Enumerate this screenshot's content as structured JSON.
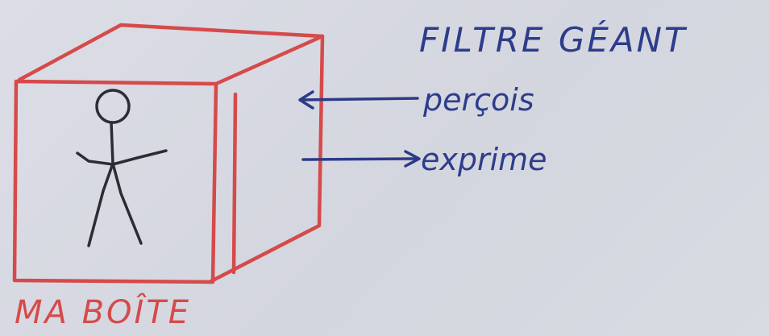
{
  "title": "FILTRE GÉANT",
  "labels": {
    "perceive": "perçois",
    "express": "exprime",
    "box": "MA BOÎTE"
  },
  "colors": {
    "box": "#d64a4a",
    "ink": "#2d3c8b",
    "figure": "#2e2c33"
  },
  "icons": {
    "figure": "stick-figure-icon",
    "arrow_in": "arrow-left-icon",
    "arrow_out": "arrow-right-icon"
  }
}
